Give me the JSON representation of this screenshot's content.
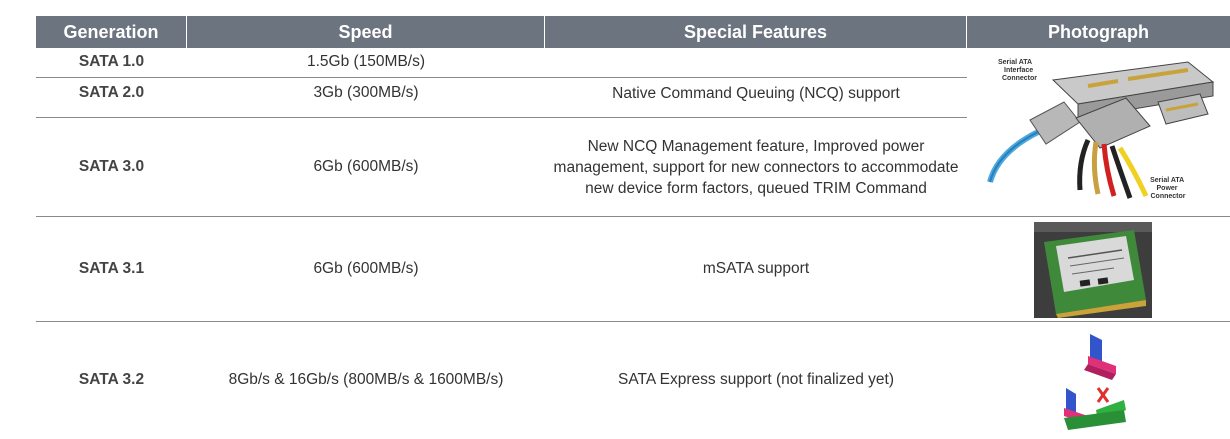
{
  "header": {
    "generation": "Generation",
    "speed": "Speed",
    "features": "Special Features",
    "photo": "Photograph"
  },
  "rows": [
    {
      "generation": "SATA 1.0",
      "speed": "1.5Gb (150MB/s)",
      "features": ""
    },
    {
      "generation": "SATA 2.0",
      "speed": "3Gb (300MB/s)",
      "features": "Native Command Queuing (NCQ) support"
    },
    {
      "generation": "SATA 3.0",
      "speed": "6Gb (600MB/s)",
      "features": "New NCQ Management feature, Improved power management, support for new connectors to accommodate new device form factors, queued TRIM Command"
    },
    {
      "generation": "SATA 3.1",
      "speed": "6Gb (600MB/s)",
      "features": "mSATA support"
    },
    {
      "generation": "SATA 3.2",
      "speed": "8Gb/s & 16Gb/s (800MB/s & 1600MB/s)",
      "features": "SATA Express support (not finalized yet)"
    }
  ],
  "photo_labels": {
    "interface": [
      "Serial ATA",
      "Interface",
      "Connector"
    ],
    "power": [
      "Serial ATA",
      "Power",
      "Connector"
    ]
  },
  "colors": {
    "header_bg": "#6c7480",
    "header_text": "#ffffff",
    "rule": "#8a8a8a"
  }
}
